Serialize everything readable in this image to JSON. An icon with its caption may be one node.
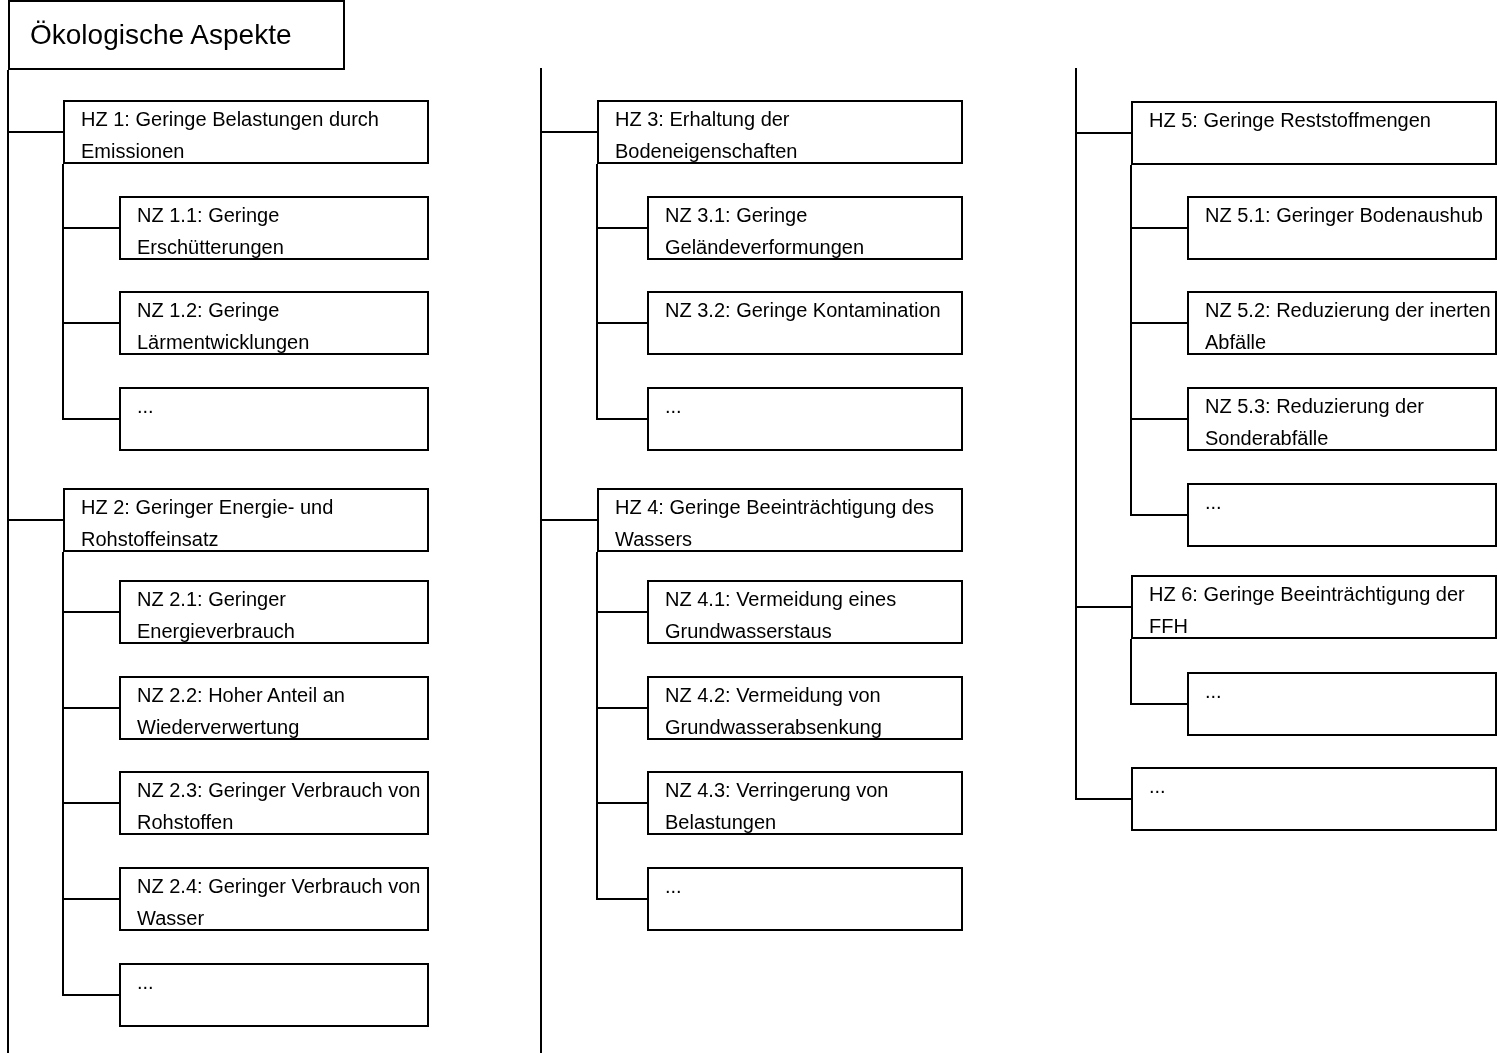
{
  "diagram": {
    "nodes": [
      {
        "text": [
          "Ökologische Aspekte"
        ]
      },
      {
        "text": [
          "HZ 1: Geringe Belastungen durch Emissionen"
        ]
      },
      {
        "text": [
          "NZ 1.1: Geringe Erschütterungen"
        ]
      },
      {
        "text": [
          "NZ 1.2: Geringe Lärmentwicklungen"
        ]
      },
      {
        "text": [
          "..."
        ]
      },
      {
        "text": [
          "HZ 2: Geringer Energie- und Rohstoffeinsatz"
        ]
      },
      {
        "text": [
          "NZ 2.1: Geringer Energieverbrauch"
        ]
      },
      {
        "text": [
          "NZ 2.2: Hoher Anteil an Wiederverwertung"
        ]
      },
      {
        "text": [
          "NZ 2.3: Geringer Verbrauch von Rohstoffen"
        ]
      },
      {
        "text": [
          "NZ 2.4: Geringer Verbrauch von Wasser"
        ]
      },
      {
        "text": [
          "..."
        ]
      },
      {
        "text": [
          "HZ 3: Erhaltung der Bodeneigenschaften"
        ]
      },
      {
        "text": [
          "NZ 3.1: Geringe Geländeverformungen"
        ]
      },
      {
        "text": [
          "NZ 3.2: Geringe Kontamination"
        ]
      },
      {
        "text": [
          "..."
        ]
      },
      {
        "text": [
          "HZ 4: Geringe Beeinträchtigung des Wassers"
        ]
      },
      {
        "text": [
          "NZ 4.1: Vermeidung eines Grundwasserstaus"
        ]
      },
      {
        "text": [
          "NZ 4.2: Vermeidung von Grundwasserabsenkung"
        ]
      },
      {
        "text": [
          "NZ 4.3: Verringerung von Belastungen"
        ]
      },
      {
        "text": [
          "..."
        ]
      },
      {
        "text": [
          "HZ 5: Geringe Reststoffmengen"
        ]
      },
      {
        "text": [
          "NZ 5.1: Geringer Bodenaushub"
        ]
      },
      {
        "text": [
          "NZ 5.2: Reduzierung der inerten Abfälle"
        ]
      },
      {
        "text": [
          "NZ 5.3: Reduzierung der Sonderabfälle"
        ]
      },
      {
        "text": [
          "..."
        ]
      },
      {
        "text": [
          "HZ 6: Geringe Beeinträchtigung der FFH"
        ]
      },
      {
        "text": [
          "..."
        ]
      },
      {
        "text": [
          "..."
        ]
      }
    ],
    "edges": [
      {
        "from": 0,
        "to": 1,
        "arrow": "none"
      },
      {
        "from": 1,
        "to": 2,
        "arrow": "none"
      },
      {
        "from": 1,
        "to": 3,
        "arrow": "none"
      },
      {
        "from": 1,
        "to": 4,
        "arrow": "none"
      },
      {
        "from": 0,
        "to": 5,
        "arrow": "none"
      },
      {
        "from": 5,
        "to": 6,
        "arrow": "none"
      },
      {
        "from": 5,
        "to": 7,
        "arrow": "none"
      },
      {
        "from": 5,
        "to": 8,
        "arrow": "none"
      },
      {
        "from": 5,
        "to": 9,
        "arrow": "none"
      },
      {
        "from": 5,
        "to": 10,
        "arrow": "none"
      },
      {
        "from": null,
        "to": 11,
        "arrow": "none"
      },
      {
        "from": 11,
        "to": 12,
        "arrow": "none"
      },
      {
        "from": 11,
        "to": 13,
        "arrow": "none"
      },
      {
        "from": 11,
        "to": 14,
        "arrow": "none"
      },
      {
        "from": null,
        "to": 15,
        "arrow": "none"
      },
      {
        "from": 15,
        "to": 16,
        "arrow": "none"
      },
      {
        "from": 15,
        "to": 17,
        "arrow": "none"
      },
      {
        "from": 15,
        "to": 18,
        "arrow": "none"
      },
      {
        "from": 15,
        "to": 19,
        "arrow": "none"
      },
      {
        "from": null,
        "to": 20,
        "arrow": "none"
      },
      {
        "from": 20,
        "to": 21,
        "arrow": "none"
      },
      {
        "from": 20,
        "to": 22,
        "arrow": "none"
      },
      {
        "from": 20,
        "to": 23,
        "arrow": "none"
      },
      {
        "from": 20,
        "to": 24,
        "arrow": "none"
      },
      {
        "from": null,
        "to": 25,
        "arrow": "none"
      },
      {
        "from": 25,
        "to": 26,
        "arrow": "none"
      },
      {
        "from": null,
        "to": 27,
        "arrow": "none"
      }
    ]
  }
}
